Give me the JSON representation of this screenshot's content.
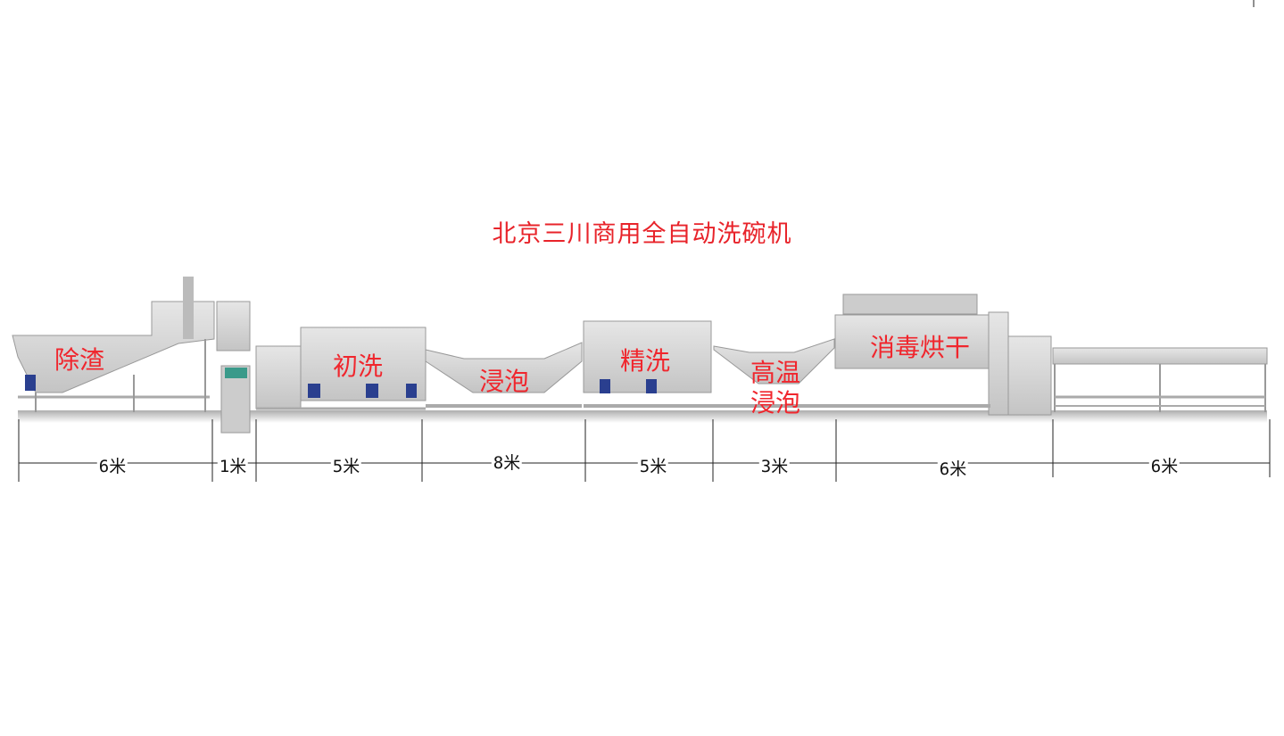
{
  "title": "北京三川商用全自动洗碗机",
  "stages": [
    {
      "label": "除渣"
    },
    {
      "label": "初洗"
    },
    {
      "label": "浸泡"
    },
    {
      "label": "精洗"
    },
    {
      "label": "高温",
      "label2": "浸泡"
    },
    {
      "label": "消毒烘干"
    }
  ],
  "dimensions": [
    "6米",
    "1米",
    "5米",
    "8米",
    "5米",
    "3米",
    "6米",
    "6米"
  ],
  "colors": {
    "label_red": "#e8232a",
    "machine_gray": "#d4d4d4",
    "motor_blue": "#2a3f8f"
  }
}
